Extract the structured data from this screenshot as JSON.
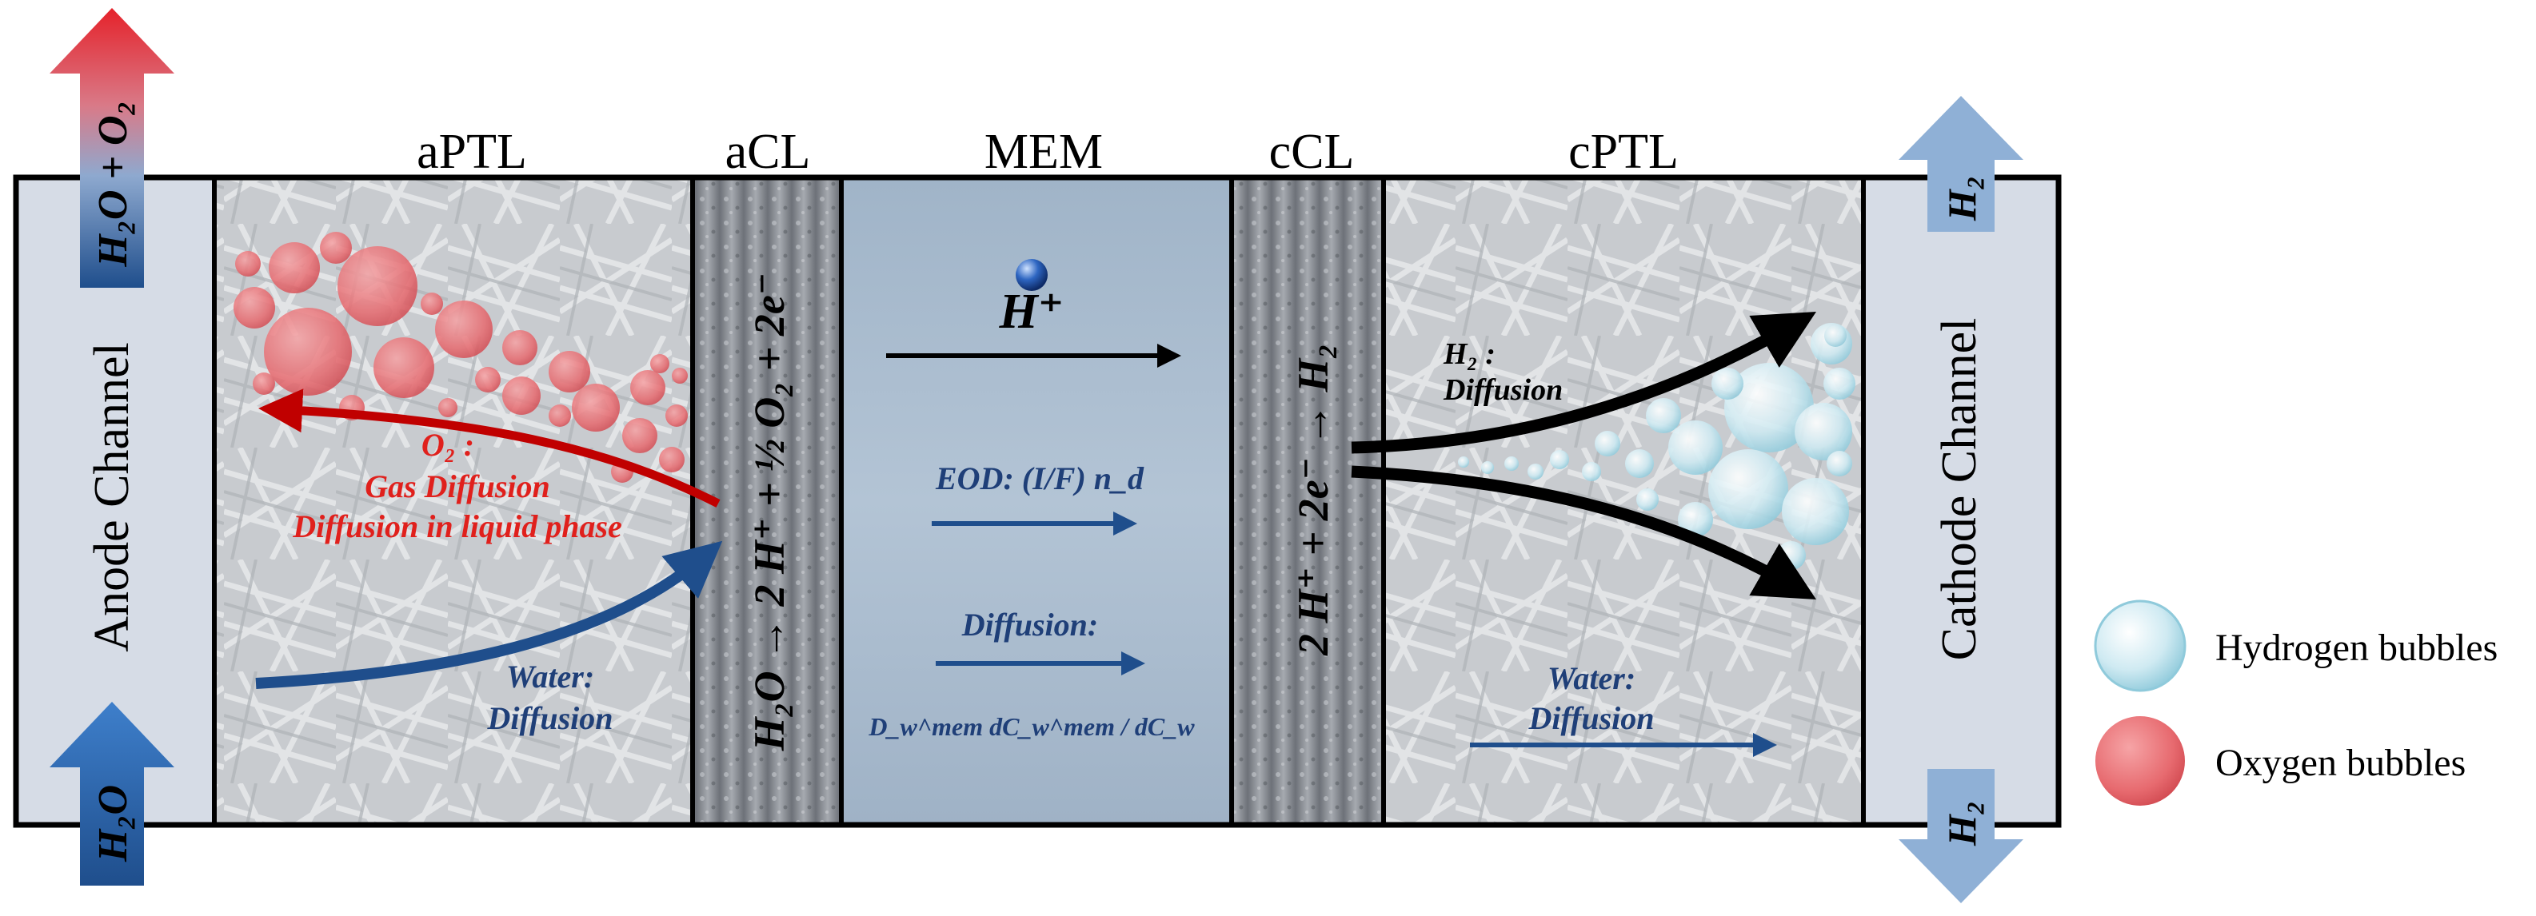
{
  "layers": {
    "aptl": "aPTL",
    "acl": "aCL",
    "mem": "MEM",
    "ccl": "cCL",
    "cptl": "cPTL"
  },
  "channels": {
    "anode": "Anode Channel",
    "cathode": "Cathode Channel"
  },
  "flows": {
    "anode_in": "H₂O",
    "anode_out": "H₂O + O₂",
    "cathode_top": "H₂",
    "cathode_bottom": "H₂"
  },
  "reactions": {
    "anode": "H₂O → 2 H⁺ + ½ O₂ + 2e⁻",
    "cathode": "2 H⁺ + 2e⁻ → H₂"
  },
  "annotations": {
    "o2_title": "O₂ :",
    "o2_line1": "Gas Diffusion",
    "o2_line2": "Diffusion in liquid phase",
    "water_anode_title": "Water:",
    "water_anode_mode": "Diffusion",
    "proton": "H⁺",
    "eod": "EOD: (I/F) n_d",
    "mem_diffusion_title": "Diffusion:",
    "mem_diffusion_formula": "D_w^mem dC_w^mem / dC_w",
    "h2_title": "H₂ :",
    "h2_mode": "Diffusion",
    "water_cathode_title": "Water:",
    "water_cathode_mode": "Diffusion"
  },
  "legend": {
    "hydrogen": "Hydrogen bubbles",
    "oxygen": "Oxygen bubbles"
  },
  "colors": {
    "red_arrow": "#c00000",
    "red_text": "#e0201c",
    "blue_arrow": "#1f4e8c",
    "blue_text": "#1f3f78",
    "light_blue_arrow": "#8fb0d6",
    "channel_fill": "#d6dce6",
    "mem_fill": "#a8bccf",
    "ptl_fill": "#c9ccd0",
    "cl_fill": "#8b8f95"
  }
}
